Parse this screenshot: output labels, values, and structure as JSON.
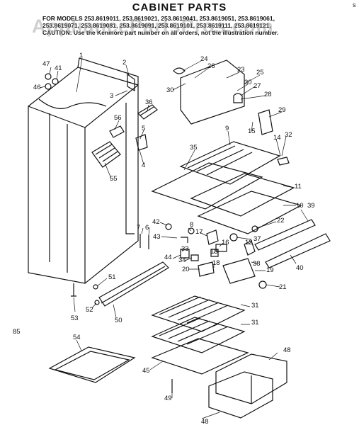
{
  "header": {
    "title": "CABINET PARTS",
    "line1": "FOR MODELS 253.8619011, 253.8619021, 253.8619041, 253.8619051, 253.8619061,",
    "line2": "253.8619071, 253.8619081, 253.8619091, 253.8619101, 253.8619111, 253.8619121,",
    "line3": "CAUTION: Use the Kenmore part number on all orders, not the illustration number."
  },
  "watermark": "AppliancePartsPros.com",
  "page_mark": "s",
  "labels": [
    "47",
    "41",
    "46",
    "1",
    "2",
    "3",
    "56",
    "36",
    "5",
    "4",
    "55",
    "24",
    "26",
    "23",
    "25",
    "30",
    "30",
    "27",
    "28",
    "29",
    "15",
    "14",
    "32",
    "9",
    "35",
    "11",
    "10",
    "39",
    "22",
    "37",
    "42",
    "8",
    "43",
    "7",
    "6",
    "17",
    "16",
    "33",
    "34",
    "44",
    "13",
    "12",
    "20",
    "18",
    "38",
    "19",
    "40",
    "21",
    "51",
    "52",
    "53",
    "50",
    "31",
    "31",
    "85",
    "54",
    "48",
    "45",
    "49",
    "48"
  ]
}
